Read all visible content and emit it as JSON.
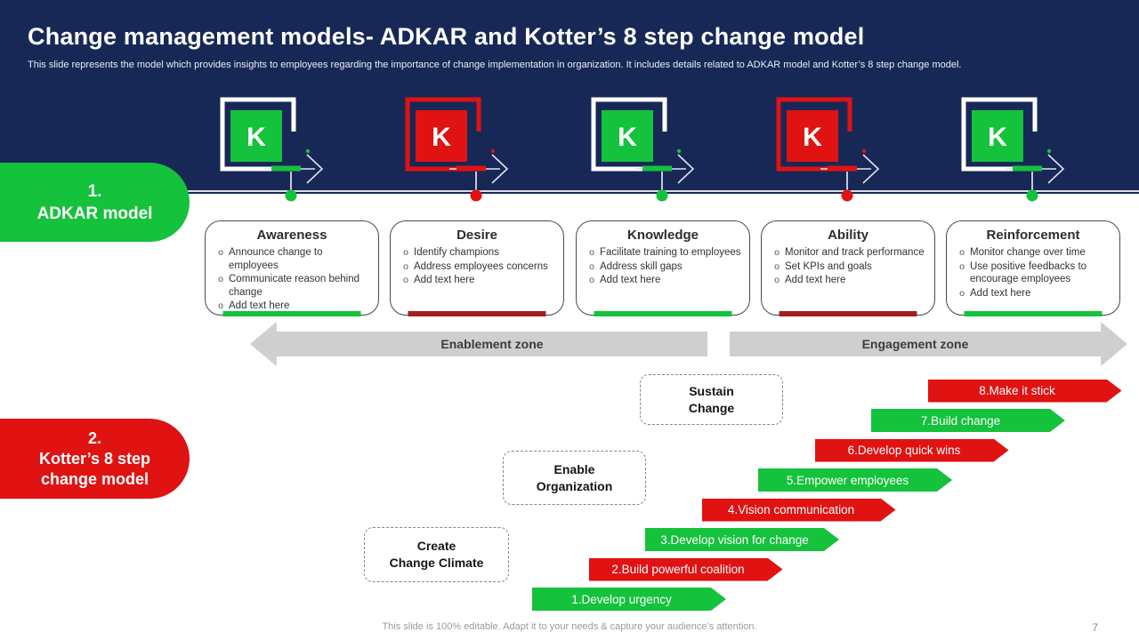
{
  "header": {
    "title": "Change management models- ADKAR and Kotter’s 8 step change model",
    "subtitle": "This slide represents the model which provides insights to employees regarding the importance of change implementation in organization. It includes details related to ADKAR model and Kotter’s 8 step change model."
  },
  "colors": {
    "navy": "#182856",
    "green": "#14C23C",
    "red": "#E01212",
    "dark_red": "#A32020",
    "gray_arrow": "#CFCFCF",
    "white": "#FFFFFF"
  },
  "adkar": {
    "label": {
      "lines": [
        "1.",
        "ADKAR model"
      ]
    },
    "icons": [
      {
        "letter": "K",
        "fill": "#14C23C",
        "frame": "#FFFFFF"
      },
      {
        "letter": "K",
        "fill": "#E01212",
        "frame": "#E01212"
      },
      {
        "letter": "K",
        "fill": "#14C23C",
        "frame": "#FFFFFF"
      },
      {
        "letter": "K",
        "fill": "#E01212",
        "frame": "#E01212"
      },
      {
        "letter": "K",
        "fill": "#14C23C",
        "frame": "#FFFFFF"
      }
    ],
    "stages": [
      {
        "title": "Awareness",
        "accent": "#14C23C",
        "bullets": [
          "Announce change to employees",
          "Communicate reason behind change",
          "Add text here"
        ]
      },
      {
        "title": "Desire",
        "accent": "#A32020",
        "bullets": [
          "Identify champions",
          "Address employees concerns",
          "Add text here"
        ]
      },
      {
        "title": "Knowledge",
        "accent": "#14C23C",
        "bullets": [
          "Facilitate training to employees",
          "Address skill gaps",
          "Add text here"
        ]
      },
      {
        "title": "Ability",
        "accent": "#A32020",
        "bullets": [
          "Monitor and track performance",
          "Set KPIs and goals",
          "Add text here"
        ]
      },
      {
        "title": "Reinforcement",
        "accent": "#14C23C",
        "bullets": [
          "Monitor change over time",
          "Use positive feedbacks to encourage employees",
          "Add text here"
        ]
      }
    ],
    "zones": [
      {
        "label": "Enablement zone",
        "direction": "left"
      },
      {
        "label": "Engagement zone",
        "direction": "right"
      }
    ]
  },
  "kotter": {
    "label": {
      "lines": [
        "2.",
        "Kotter’s 8 step",
        "change model"
      ]
    },
    "phases": [
      {
        "lines": [
          "Sustain",
          "Change"
        ]
      },
      {
        "lines": [
          "Enable",
          "Organization"
        ]
      },
      {
        "lines": [
          "Create",
          "Change Climate"
        ]
      }
    ],
    "steps": [
      {
        "label": "1.Develop urgency",
        "color": "#14C23C"
      },
      {
        "label": "2.Build powerful coalition",
        "color": "#E01212"
      },
      {
        "label": "3.Develop vision for change",
        "color": "#14C23C"
      },
      {
        "label": "4.Vision communication",
        "color": "#E01212"
      },
      {
        "label": "5.Empower employees",
        "color": "#14C23C"
      },
      {
        "label": "6.Develop quick wins",
        "color": "#E01212"
      },
      {
        "label": "7.Build change",
        "color": "#14C23C"
      },
      {
        "label": "8.Make it stick",
        "color": "#E01212"
      }
    ]
  },
  "footer": {
    "note": "This slide is 100% editable. Adapt it to your needs & capture your audience’s attention.",
    "page": "7"
  }
}
